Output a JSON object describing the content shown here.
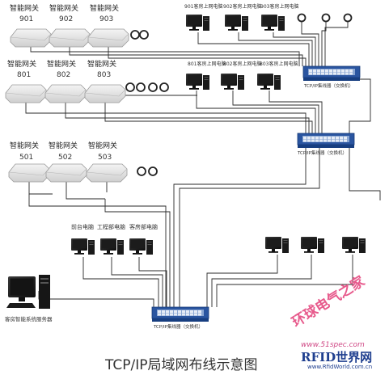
{
  "caption": "TCP/IP局域网布线示意图",
  "gateway_label": "智能网关",
  "gateway_rooms": [
    "901",
    "902",
    "903",
    "801",
    "802",
    "803",
    "501",
    "502",
    "503"
  ],
  "pc_labels": {
    "room_901": "901客房上网电脑",
    "room_902": "902客房上网电脑",
    "room_903": "903客房上网电脑",
    "room_801": "801客房上网电脑",
    "room_802": "802客房上网电脑",
    "room_803": "803客房上网电脑",
    "front_desk": "前台电脑",
    "engineering": "工程部电脑",
    "housekeeping": "客房部电脑",
    "server": "客房智能系统服务器"
  },
  "switch_labels": {
    "top": "TCP/IP集线器（交换机）",
    "middle": "TCP/IP集线器（交换机）",
    "bottom": "TCP/IP集线器（交换机）"
  },
  "watermark": {
    "cn": "环球电气之家",
    "url": "www.51spec.com",
    "brand": "RFID世界网",
    "brand_url": "www.RfidWorld.com.cn"
  },
  "colors": {
    "line": "#2a2a2a",
    "switch_body": "#2a55a0",
    "switch_ports": "#c9d6ea",
    "gateway_fill": "#e6e6e6",
    "watermark_pink": "#e75a8c",
    "watermark_blue": "#1f3f8f"
  }
}
